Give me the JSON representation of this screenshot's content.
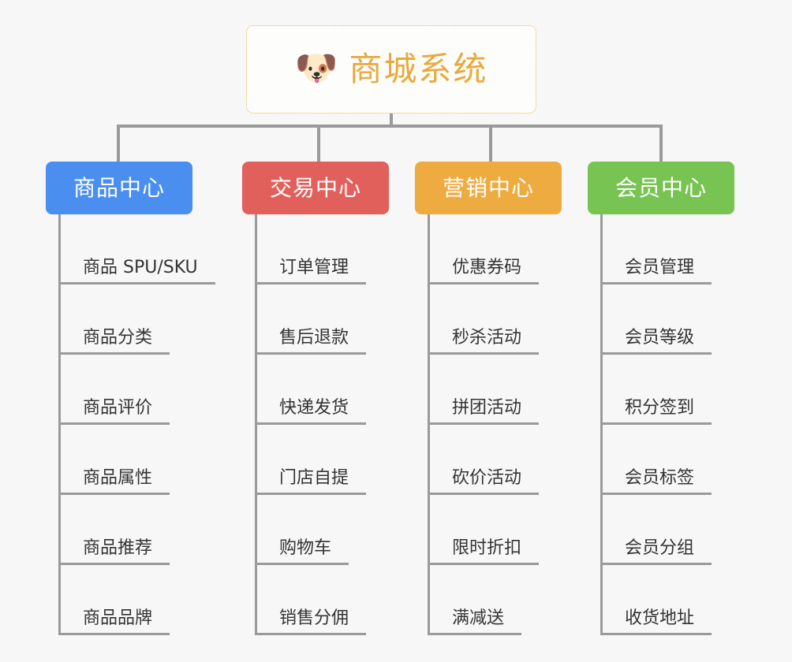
{
  "page": {
    "background": "#f7f7f7",
    "line_color": "#9a9a9a",
    "leaf_text_color": "#333333"
  },
  "root": {
    "icon": "shiba-dog-face-emoji",
    "icon_glyph": "🐶",
    "title": "商城系统",
    "text_color": "#e9a93c",
    "border_color": "#e9b44c",
    "background": "#fdfdfc"
  },
  "categories": [
    {
      "label": "商品中心",
      "color": "#4a8ef0",
      "children": [
        "商品 SPU/SKU",
        "商品分类",
        "商品评价",
        "商品属性",
        "商品推荐",
        "商品品牌"
      ]
    },
    {
      "label": "交易中心",
      "color": "#e2605c",
      "children": [
        "订单管理",
        "售后退款",
        "快递发货",
        "门店自提",
        "购物车",
        "销售分佣"
      ]
    },
    {
      "label": "营销中心",
      "color": "#eeab40",
      "children": [
        "优惠券码",
        "秒杀活动",
        "拼团活动",
        "砍价活动",
        "限时折扣",
        "满减送"
      ]
    },
    {
      "label": "会员中心",
      "color": "#78c452",
      "children": [
        "会员管理",
        "会员等级",
        "积分签到",
        "会员标签",
        "会员分组",
        "收货地址"
      ]
    }
  ]
}
